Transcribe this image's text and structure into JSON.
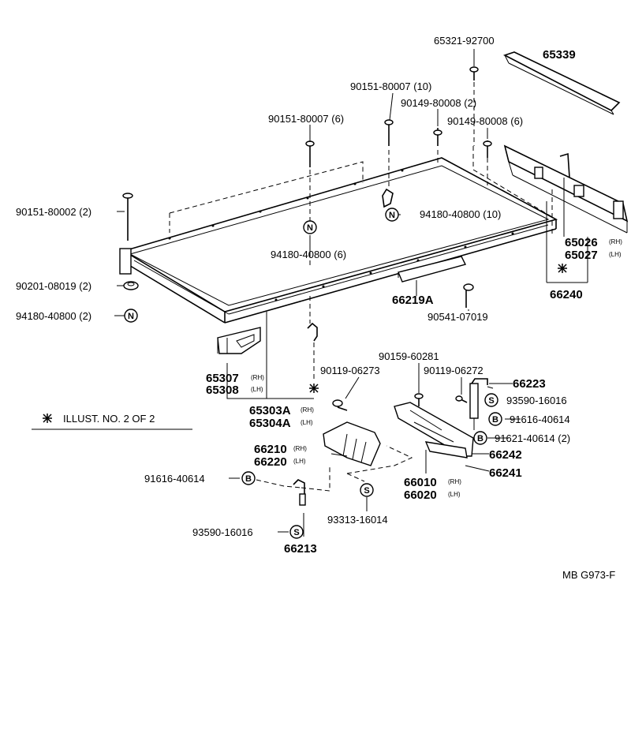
{
  "diagram": {
    "note": "ILLUST. NO. 2 OF 2",
    "code": "MB G973-F",
    "symbols": {
      "N": "N",
      "S": "S",
      "B": "B"
    },
    "labels": {
      "p65321": "65321-92700",
      "p65339": "65339",
      "p90151_10": "90151-80007 (10)",
      "p90149_2": "90149-80008 (2)",
      "p90151_6": "90151-80007 (6)",
      "p90149_6": "90149-80008 (6)",
      "p90151_2": "90151-80002 (2)",
      "p94180_10": "94180-40800 (10)",
      "p94180_6": "94180-40800 (6)",
      "p90201": "90201-08019 (2)",
      "p94180_2": "94180-40800 (2)",
      "p65026": "65026",
      "p65027": "65027",
      "p66240": "66240",
      "p66219A": "66219A",
      "p90541": "90541-07019",
      "p65307": "65307",
      "p65308": "65308",
      "p65303A": "65303A",
      "p65304A": "65304A",
      "p90159": "90159-60281",
      "p90119_73": "90119-06273",
      "p90119_72": "90119-06272",
      "p66223": "66223",
      "p93590_top": "93590-16016",
      "p91616_r": "91616-40614",
      "p91621": "91621-40614 (2)",
      "p66242": "66242",
      "p66241": "66241",
      "p66210": "66210",
      "p66220": "66220",
      "p66010": "66010",
      "p66020": "66020",
      "p91616_l": "91616-40614",
      "p93313": "93313-16014",
      "p93590_bot": "93590-16016",
      "p66213": "66213"
    },
    "side": {
      "rh": "(RH)",
      "lh": "(LH)"
    }
  }
}
